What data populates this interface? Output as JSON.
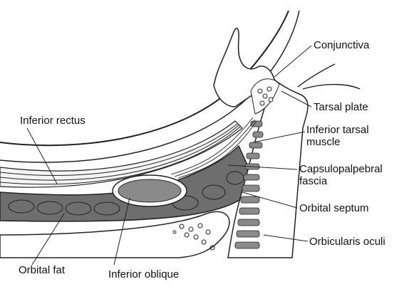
{
  "diagram": {
    "labels": {
      "conjunctiva": "Conjunctiva",
      "tarsal_plate": "Tarsal plate",
      "inferior_tarsal_muscle": [
        "Inferior tarsal",
        "muscle"
      ],
      "capsulopalpebral_fascia": [
        "Capsulopalpebral",
        "fascia"
      ],
      "orbital_septum": "Orbital septum",
      "orbicularis_oculi": "Orbicularis oculi",
      "inferior_rectus": "Inferior rectus",
      "orbital_fat": "Orbital fat",
      "inferior_oblique": "Inferior oblique"
    },
    "colors": {
      "muscle_gray": "#8a8a8a",
      "fat_gray": "#6e6e6e",
      "line": "#222222"
    }
  }
}
